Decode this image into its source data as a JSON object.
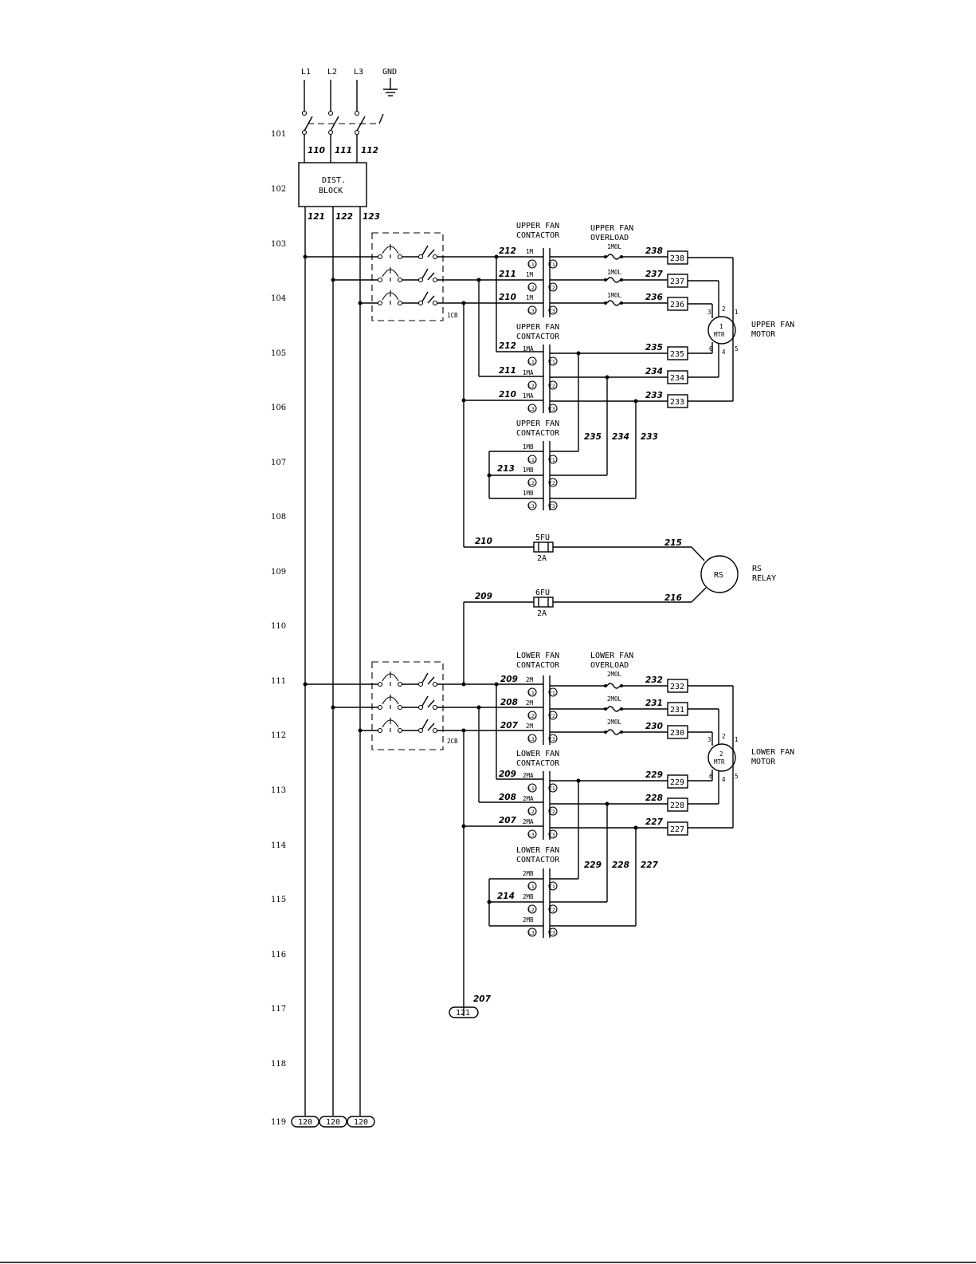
{
  "supply": {
    "l1": "L1",
    "l2": "L2",
    "l3": "L3",
    "gnd": "GND"
  },
  "rungs": [
    "101",
    "102",
    "103",
    "104",
    "105",
    "106",
    "107",
    "108",
    "109",
    "110",
    "111",
    "112",
    "113",
    "114",
    "115",
    "116",
    "117",
    "118",
    "119"
  ],
  "dist_block": {
    "line1": "DIST.",
    "line2": "BLOCK"
  },
  "wires_top": {
    "w110": "110",
    "w111": "111",
    "w112": "112",
    "w121": "121",
    "w122": "122",
    "w123": "123"
  },
  "breakers": {
    "upper": "1CB",
    "lower": "2CB"
  },
  "upper": {
    "contactor_line1": "UPPER FAN",
    "contactor_line2": "CONTACTOR",
    "overload_line1": "UPPER FAN",
    "overload_line2": "OVERLOAD",
    "ol": "1MOL",
    "c1": "1M",
    "ca": "1MA",
    "cb": "1MB",
    "motor_num": "1",
    "motor_mtr": "MTR",
    "motor_line1": "UPPER FAN",
    "motor_line2": "MOTOR",
    "w212": "212",
    "w211": "211",
    "w210": "210",
    "w213": "213",
    "w238": "238",
    "w237": "237",
    "w236": "236",
    "w235": "235",
    "w234": "234",
    "w233": "233",
    "t238": "238",
    "t237": "237",
    "t236": "236",
    "t235": "235",
    "t234": "234",
    "t233": "233"
  },
  "lower": {
    "contactor_line1": "LOWER FAN",
    "contactor_line2": "CONTACTOR",
    "overload_line1": "LOWER FAN",
    "overload_line2": "OVERLOAD",
    "ol": "2MOL",
    "c1": "2M",
    "ca": "2MA",
    "cb": "2MB",
    "motor_num": "2",
    "motor_mtr": "MTR",
    "motor_line1": "LOWER FAN",
    "motor_line2": "MOTOR",
    "w209": "209",
    "w208": "208",
    "w207": "207",
    "w214": "214",
    "w232": "232",
    "w231": "231",
    "w230": "230",
    "w229": "229",
    "w228": "228",
    "w227": "227",
    "t232": "232",
    "t231": "231",
    "t230": "230",
    "t229": "229",
    "t228": "228",
    "t227": "227"
  },
  "terminals": {
    "l1": "L1",
    "l2": "L2",
    "l3": "L3",
    "t1": "T1",
    "t2": "T2",
    "t3": "T3"
  },
  "motor_pins": {
    "p1": "1",
    "p2": "2",
    "p3": "3",
    "p4": "4",
    "p5": "5",
    "p6": "6"
  },
  "relay": {
    "fuse5": "5FU",
    "fuse6": "6FU",
    "rating5": "2A",
    "rating6": "2A",
    "w210": "210",
    "w215": "215",
    "w209": "209",
    "w216": "216",
    "symbol": "RS",
    "label1": "RS",
    "label2": "RELAY"
  },
  "refs": {
    "w207": "207",
    "ref121": "121",
    "ref120a": "120",
    "ref120b": "120",
    "ref120c": "120"
  }
}
